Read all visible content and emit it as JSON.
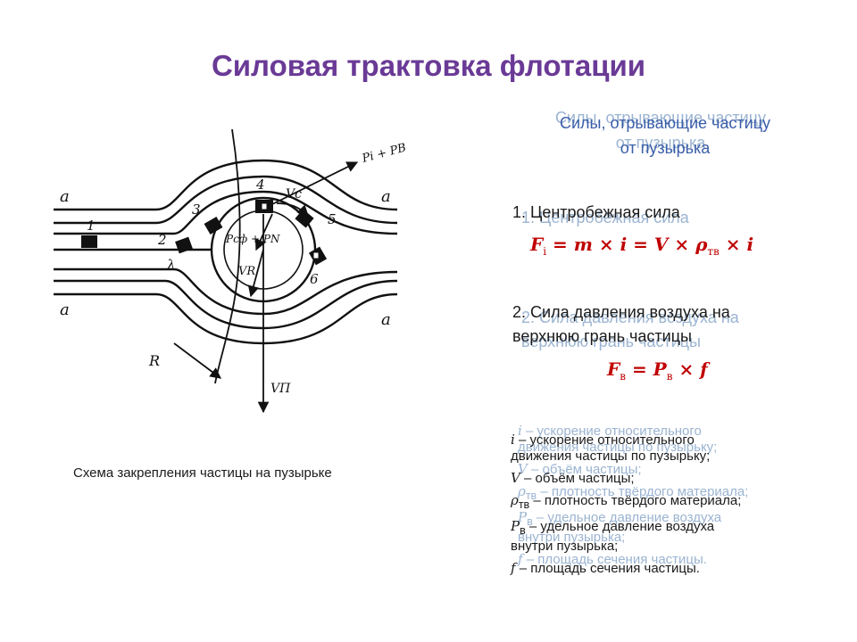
{
  "slide": {
    "title": "Силовая трактовка флотации",
    "caption": "Схема закрепления частицы на пузырьке"
  },
  "diagram": {
    "labels": {
      "a_left_top": "a",
      "a_right_top": "a",
      "a_left_bottom": "a",
      "a_right_bottom": "a",
      "n1": "1",
      "n2": "2",
      "n3": "3",
      "n4": "4",
      "n5": "5",
      "n6": "6",
      "n_lambda": "λ",
      "vc": "Vc",
      "vr": "VR",
      "vp": "VП",
      "r": "R",
      "pi_pv": "Pi + PB",
      "pcf_pn": "Pcф + PN"
    }
  },
  "right": {
    "heading_line1": "Силы, отрывающие частицу",
    "heading_line2": "от пузырька",
    "item1_title": "1. Центробежная сила",
    "item1_formula": {
      "lhs": "F",
      "lhs_sub": "i",
      "rhs": "= m × i = V × ρ",
      "rho_sub": "тв",
      "tail": "× i"
    },
    "item2_title_line1": "2. Сила давления воздуха на",
    "item2_title_line2": "верхнюю грань частицы",
    "item2_formula": {
      "lhs": "F",
      "lhs_sub": "в",
      "mid": "= P",
      "mid_sub": "в",
      "tail": "× f"
    },
    "legend": {
      "i_sym": "i",
      "i_text": " – ускорение относительного",
      "i_text2": "движения частицы по пузырьку;",
      "v_sym": "V",
      "v_text": " – объём частицы;",
      "rho_sym": "ρ",
      "rho_sub": "тв",
      "rho_text": " – плотность твёрдого материала;",
      "p_sym": "P",
      "p_sub": "в",
      "p_text": " – удельное давление воздуха",
      "p_text2": "внутри пузырька;",
      "f_sym": "f",
      "f_text": " – площадь сечения частицы."
    }
  }
}
